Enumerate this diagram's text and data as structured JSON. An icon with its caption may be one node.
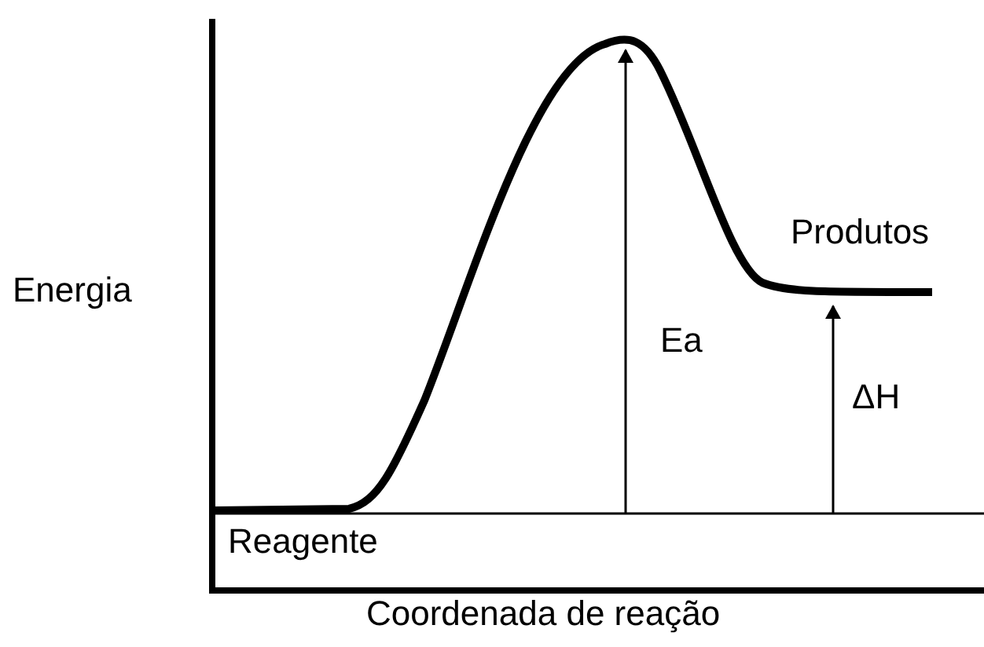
{
  "diagram": {
    "labels": [
      "Energia",
      "Produtos",
      "Ea",
      "ΔH",
      "Reagente",
      "Coordenada de reação"
    ]
  }
}
